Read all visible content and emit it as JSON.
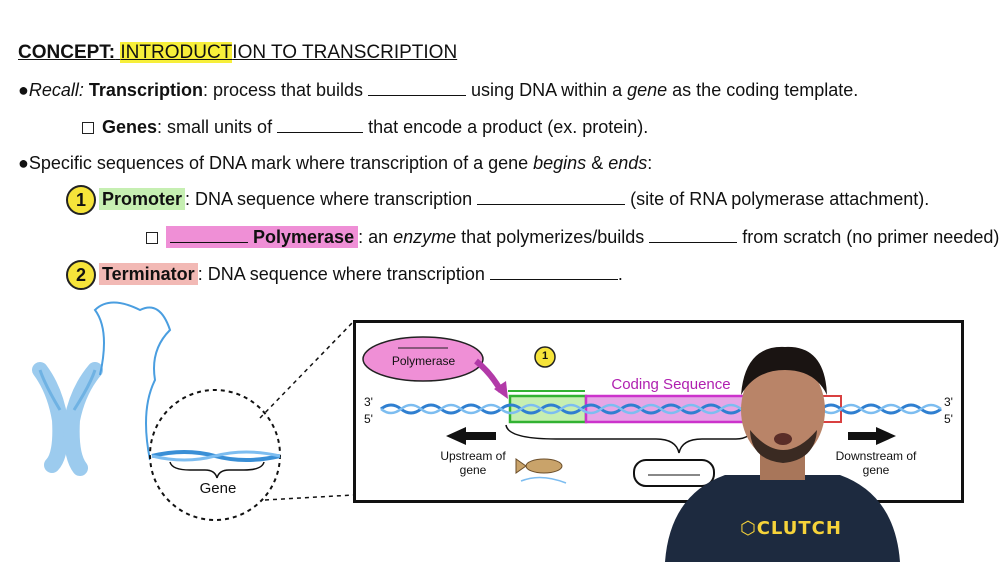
{
  "title": {
    "concept_label": "CONCEPT:",
    "topic_highlighted": "INTRODUCT",
    "topic_rest": "ION TO TRANSCRIPTION"
  },
  "lines": {
    "recall": {
      "bullet": "●",
      "italic": "Recall:",
      "bold": "Transcription",
      "text1": ": process that builds ",
      "text2": " using DNA within a ",
      "italic2": "gene",
      "text3": " as the coding template."
    },
    "genes": {
      "bold": "Genes",
      "text1": ": small units of ",
      "text2": " that encode a product (ex. protein)."
    },
    "specific": {
      "bullet": "●",
      "text1": "Specific sequences of DNA mark where transcription of a gene ",
      "italic1": "begins",
      "text2": " & ",
      "italic2": "ends",
      "text3": ":"
    },
    "promoter": {
      "num": "1",
      "bold": "Promoter",
      "text1": ": DNA sequence where transcription ",
      "text2": " (site of RNA polymerase attachment)."
    },
    "polymerase": {
      "bold": "Polymerase",
      "text1": ": an ",
      "italic": "enzyme",
      "text2": " that polymerizes/builds ",
      "text3": " from scratch (no primer needed)."
    },
    "terminator": {
      "num": "2",
      "bold": "Terminator",
      "text1": ": DNA sequence where transcription ",
      "text2": "."
    }
  },
  "diagram": {
    "gene_label": "Gene",
    "polymerase_label": "Polymerase",
    "marker_1": "1",
    "coding_sequence": "Coding Sequence",
    "three_prime_left": "3'",
    "five_prime_left": "5'",
    "three_prime_right": "3'",
    "five_prime_right": "5'",
    "upstream_1": "Upstream of",
    "upstream_2": "gene",
    "downstream_1": "Downstream of",
    "downstream_2": "gene"
  },
  "branding": {
    "logo": "CLUTCH"
  },
  "colors": {
    "highlight_yellow": "#f7ef3a",
    "promoter_green": "#c6efb2",
    "polymerase_pink": "#ef8fd6",
    "terminator_red": "#f2b9b5",
    "dna_blue": "#3a8fd6",
    "coding_magenta": "#cc33cc"
  }
}
